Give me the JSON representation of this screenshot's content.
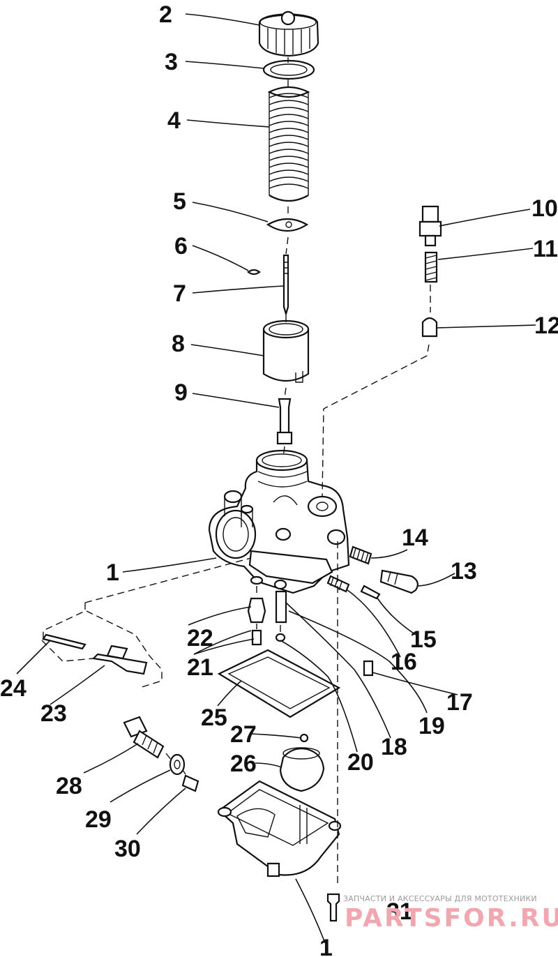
{
  "callouts": [
    {
      "id": "c2",
      "label": "2"
    },
    {
      "id": "c3",
      "label": "3"
    },
    {
      "id": "c4",
      "label": "4"
    },
    {
      "id": "c5",
      "label": "5"
    },
    {
      "id": "c6",
      "label": "6"
    },
    {
      "id": "c7",
      "label": "7"
    },
    {
      "id": "c8",
      "label": "8"
    },
    {
      "id": "c9",
      "label": "9"
    },
    {
      "id": "c10",
      "label": "10"
    },
    {
      "id": "c11",
      "label": "11"
    },
    {
      "id": "c12",
      "label": "12"
    },
    {
      "id": "c1a",
      "label": "1"
    },
    {
      "id": "c14",
      "label": "14"
    },
    {
      "id": "c13",
      "label": "13"
    },
    {
      "id": "c15",
      "label": "15"
    },
    {
      "id": "c16",
      "label": "16"
    },
    {
      "id": "c17",
      "label": "17"
    },
    {
      "id": "c22",
      "label": "22"
    },
    {
      "id": "c21",
      "label": "21"
    },
    {
      "id": "c24",
      "label": "24"
    },
    {
      "id": "c23",
      "label": "23"
    },
    {
      "id": "c25",
      "label": "25"
    },
    {
      "id": "c19",
      "label": "19"
    },
    {
      "id": "c18",
      "label": "18"
    },
    {
      "id": "c20",
      "label": "20"
    },
    {
      "id": "c27",
      "label": "27"
    },
    {
      "id": "c26",
      "label": "26"
    },
    {
      "id": "c28",
      "label": "28"
    },
    {
      "id": "c29",
      "label": "29"
    },
    {
      "id": "c30",
      "label": "30"
    },
    {
      "id": "c31",
      "label": "31"
    },
    {
      "id": "c1b",
      "label": "1"
    }
  ],
  "watermark": {
    "tagline": "ЗАПЧАСТИ И АКСЕССУАРЫ ДЛЯ МОТОТЕХНИКИ",
    "brand": "PARTSFOR.RU",
    "color": "#f2a6b0"
  }
}
